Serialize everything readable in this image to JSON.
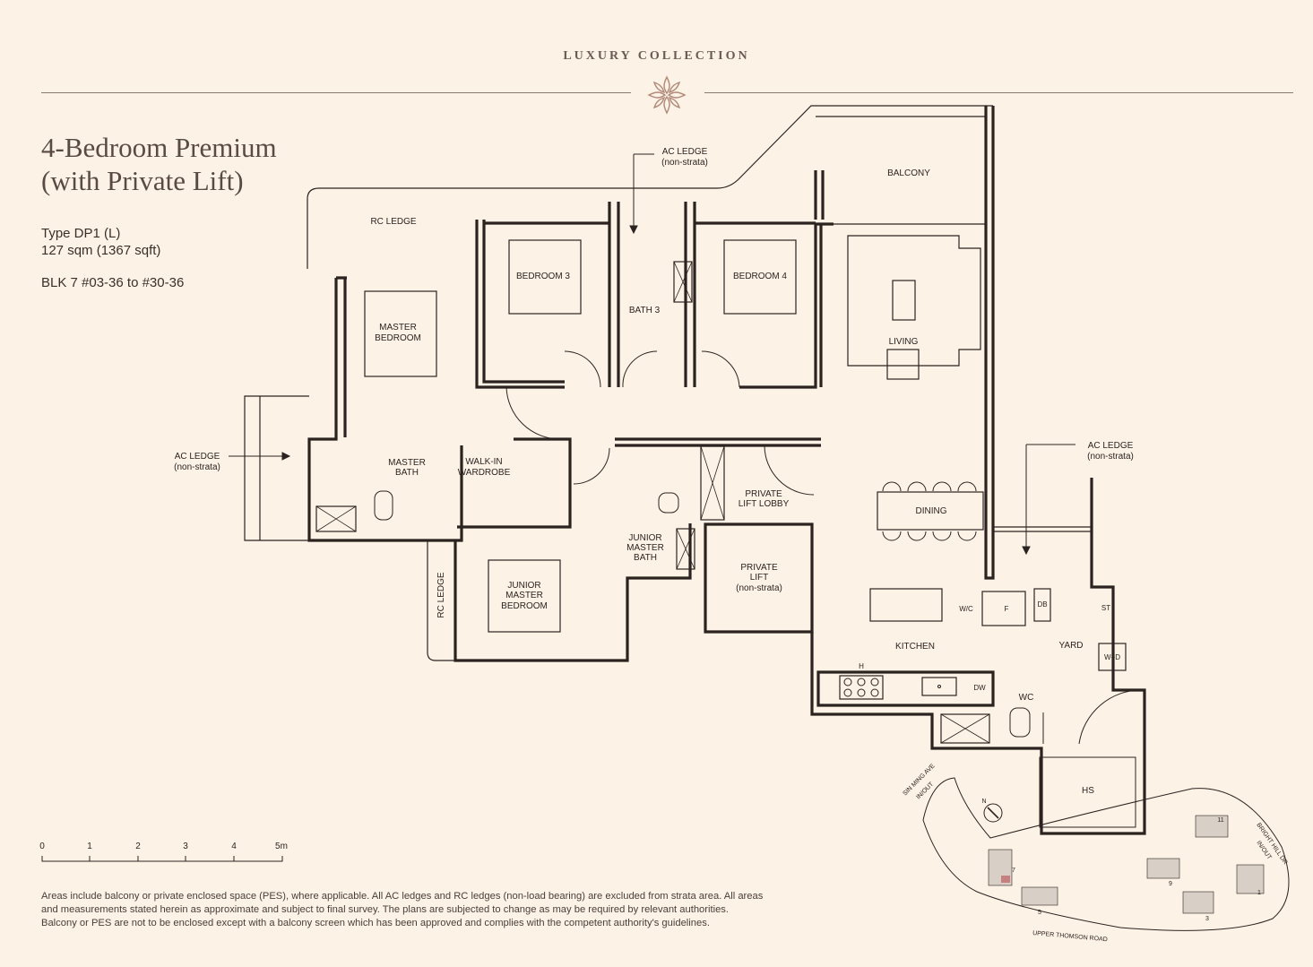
{
  "header": {
    "brand": "LUXURY COLLECTION"
  },
  "unit": {
    "title_line1": "4-Bedroom Premium",
    "title_line2": "(with Private Lift)",
    "type": "Type DP1 (L)",
    "area": "127 sqm (1367 sqft)",
    "units": "BLK 7 #03-36 to #30-36"
  },
  "rooms": {
    "balcony": "BALCONY",
    "rc_ledge_top": "RC LEDGE",
    "ac_ledge_top": "AC LEDGE",
    "ac_ledge_top_sub": "(non-strata)",
    "bedroom3": "BEDROOM 3",
    "bath3": "BATH 3",
    "bedroom4": "BEDROOM 4",
    "living": "LIVING",
    "master_bedroom_1": "MASTER",
    "master_bedroom_2": "BEDROOM",
    "ac_ledge_left": "AC LEDGE",
    "ac_ledge_left_sub": "(non-strata)",
    "master_bath_1": "MASTER",
    "master_bath_2": "BATH",
    "walk_in_1": "WALK-IN",
    "walk_in_2": "WARDROBE",
    "private_lift_lobby_1": "PRIVATE",
    "private_lift_lobby_2": "LIFT LOBBY",
    "private_lift_1": "PRIVATE",
    "private_lift_2": "LIFT",
    "private_lift_3": "(non-strata)",
    "junior_bath_1": "JUNIOR",
    "junior_bath_2": "MASTER",
    "junior_bath_3": "BATH",
    "junior_bed_1": "JUNIOR",
    "junior_bed_2": "MASTER",
    "junior_bed_3": "BEDROOM",
    "rc_ledge_left": "RC LEDGE",
    "dining": "DINING",
    "ac_ledge_right": "AC LEDGE",
    "ac_ledge_right_sub": "(non-strata)",
    "wc_fixture": "W/C",
    "fridge": "F",
    "db": "DB",
    "st": "ST",
    "kitchen": "KITCHEN",
    "yard": "YARD",
    "washer_dryer": "W+D",
    "hob": "H",
    "dw": "DW",
    "wc": "WC",
    "hs": "HS"
  },
  "scale_bar": {
    "labels": [
      "0",
      "1",
      "2",
      "3",
      "4",
      "5m"
    ]
  },
  "site_plan": {
    "road_left": "SIN MING AVE",
    "road_left_2": "IN/OUT",
    "road_right": "BRIGHT HILL DR",
    "road_right_2": "IN/OUT",
    "road_bottom": "UPPER THOMSON ROAD",
    "north": "N",
    "blocks": [
      "7",
      "5",
      "3",
      "9",
      "11",
      "1"
    ]
  },
  "disclaimer": {
    "line1": "Areas include balcony or private enclosed space (PES), where applicable. All AC ledges and RC ledges (non-load bearing) are excluded from strata area. All areas",
    "line2": "and measurements stated herein as approximate and subject to final survey. The plans are subjected to change as may be required by relevant authorities.",
    "line3": "Balcony or PES are not to be enclosed except with a balcony screen which has been approved and complies with the competent authority's guidelines."
  }
}
